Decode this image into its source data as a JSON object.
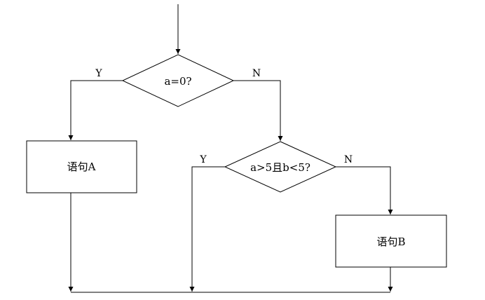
{
  "diagram": {
    "type": "flowchart",
    "decision1": {
      "label": "a=0?",
      "yes": "Y",
      "no": "N"
    },
    "decision2": {
      "label": "a>5且b<5?",
      "yes": "Y",
      "no": "N"
    },
    "process_a": {
      "label": "语句A"
    },
    "process_b": {
      "label": "语句B"
    }
  }
}
